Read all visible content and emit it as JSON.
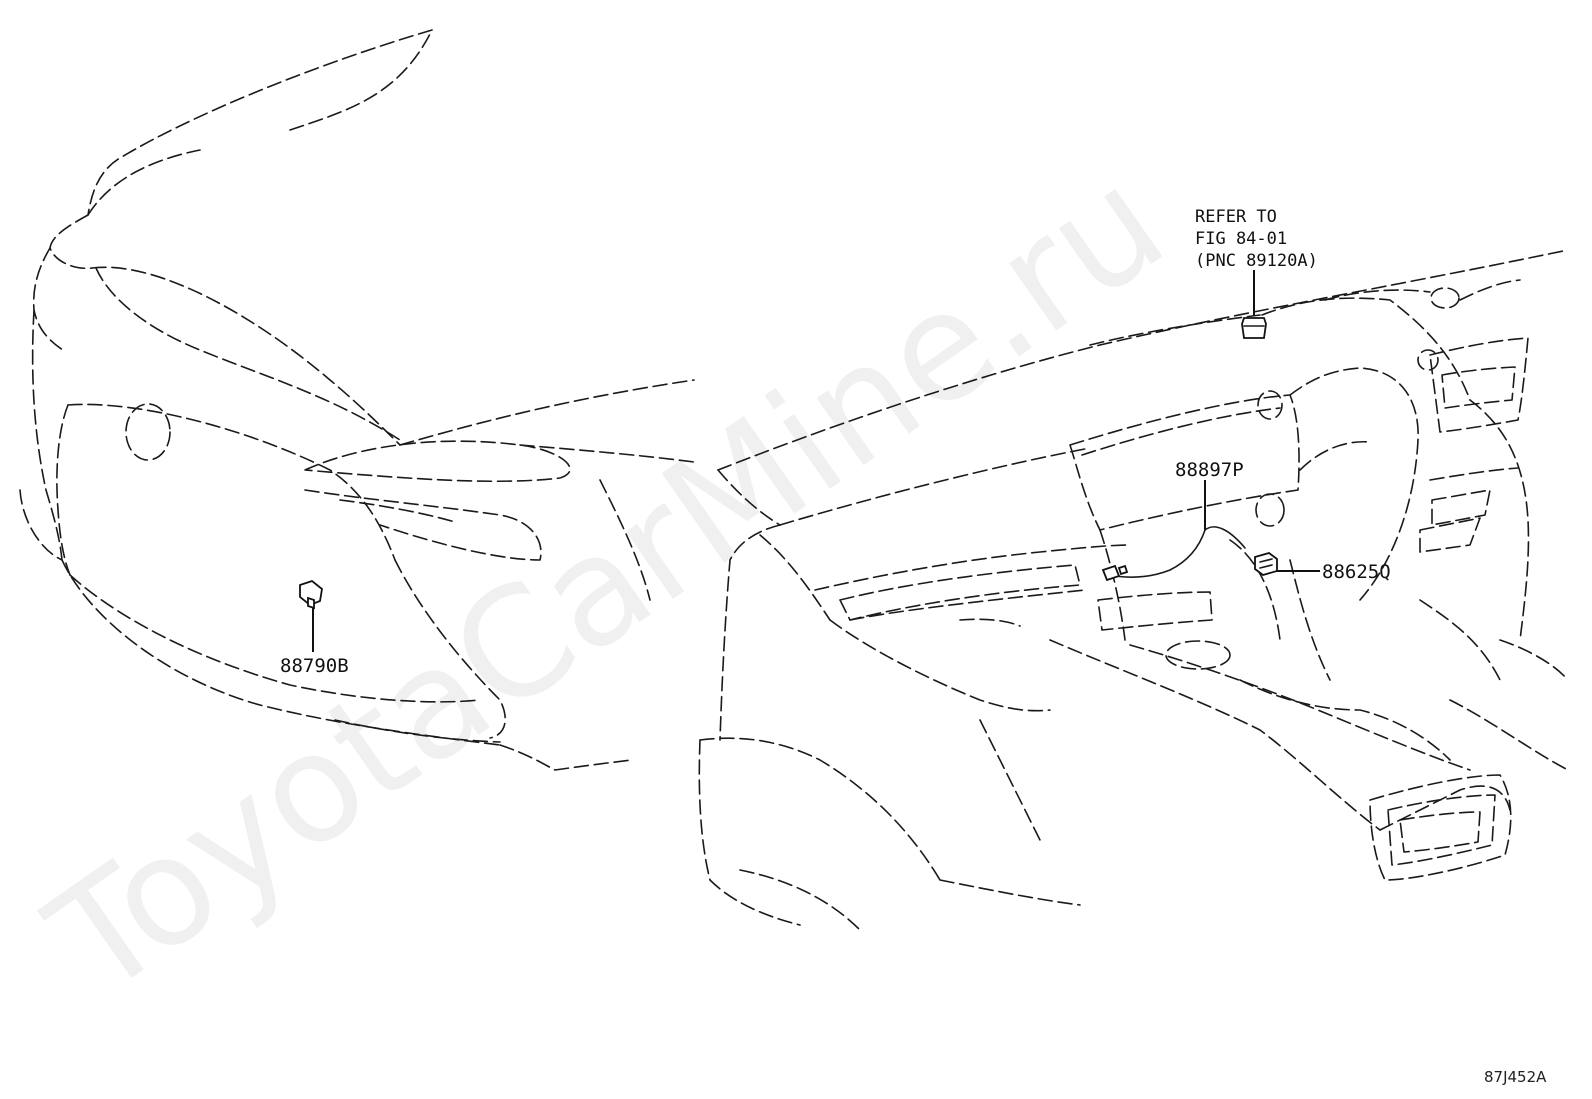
{
  "callouts": {
    "sensor_front": "88790B",
    "harness": "88897P",
    "sensor_dash": "88625Q"
  },
  "reference_note": {
    "line1": "REFER TO",
    "line2": "FIG 84-01",
    "line3": "(PNC 89120A)"
  },
  "figure_id": "87J452A",
  "watermark": "ToyotaCarMine.ru",
  "colors": {
    "line": "#1a1a1a",
    "background": "#ffffff"
  }
}
